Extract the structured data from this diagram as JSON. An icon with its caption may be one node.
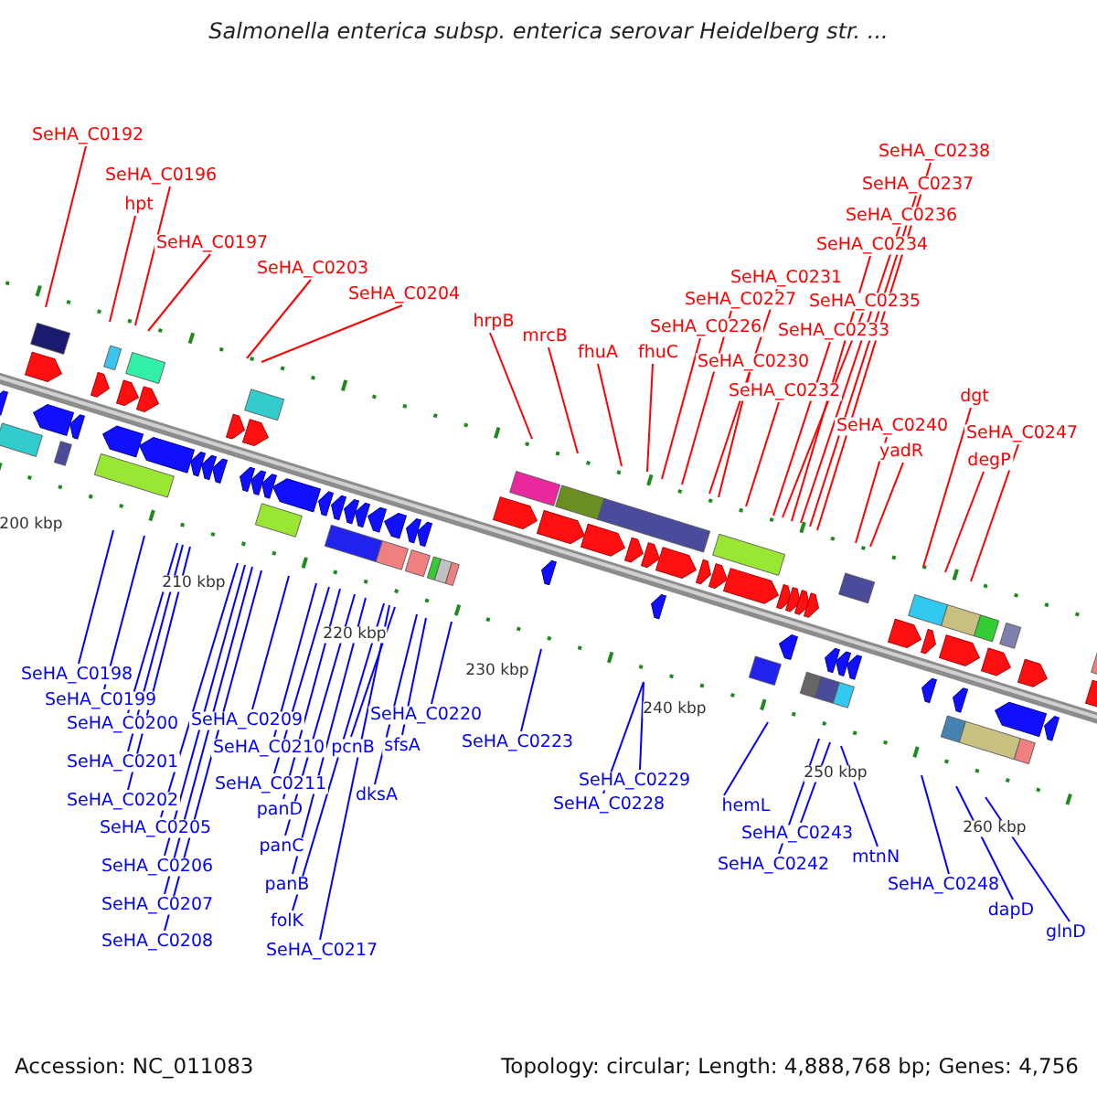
{
  "diagram": {
    "title": "Salmonella enterica subsp. enterica serovar Heidelberg str. ...",
    "nodes": [
      {
        "text": [
          "SeHA_C0192"
        ]
      },
      {
        "text": [
          "SeHA_C0196"
        ]
      },
      {
        "text": [
          "hpt"
        ]
      },
      {
        "text": [
          "SeHA_C0197"
        ]
      },
      {
        "text": [
          "SeHA_C0203"
        ]
      },
      {
        "text": [
          "SeHA_C0204"
        ]
      },
      {
        "text": [
          "hrpB"
        ]
      },
      {
        "text": [
          "mrcB"
        ]
      },
      {
        "text": [
          "fhuA"
        ]
      },
      {
        "text": [
          "fhuC"
        ]
      },
      {
        "text": [
          "SeHA_C0226"
        ]
      },
      {
        "text": [
          "SeHA_C0227"
        ]
      },
      {
        "text": [
          "SeHA_C0231"
        ]
      },
      {
        "text": [
          "SeHA_C0230"
        ]
      },
      {
        "text": [
          "SeHA_C0232"
        ]
      },
      {
        "text": [
          "SeHA_C0233"
        ]
      },
      {
        "text": [
          "SeHA_C0235"
        ]
      },
      {
        "text": [
          "SeHA_C0234"
        ]
      },
      {
        "text": [
          "SeHA_C0236"
        ]
      },
      {
        "text": [
          "SeHA_C0237"
        ]
      },
      {
        "text": [
          "SeHA_C0238"
        ]
      },
      {
        "text": [
          "SeHA_C0240"
        ]
      },
      {
        "text": [
          "yadR"
        ]
      },
      {
        "text": [
          "dgt"
        ]
      },
      {
        "text": [
          "SeHA_C0247"
        ]
      },
      {
        "text": [
          "degP"
        ]
      },
      {
        "text": [
          "SeHA_C0198"
        ]
      },
      {
        "text": [
          "SeHA_C0199"
        ]
      },
      {
        "text": [
          "SeHA_C0200"
        ]
      },
      {
        "text": [
          "SeHA_C0201"
        ]
      },
      {
        "text": [
          "SeHA_C0202"
        ]
      },
      {
        "text": [
          "SeHA_C0205"
        ]
      },
      {
        "text": [
          "SeHA_C0206"
        ]
      },
      {
        "text": [
          "SeHA_C0207"
        ]
      },
      {
        "text": [
          "SeHA_C0208"
        ]
      },
      {
        "text": [
          "SeHA_C0209"
        ]
      },
      {
        "text": [
          "SeHA_C0210"
        ]
      },
      {
        "text": [
          "SeHA_C0211"
        ]
      },
      {
        "text": [
          "panD"
        ]
      },
      {
        "text": [
          "panC"
        ]
      },
      {
        "text": [
          "panB"
        ]
      },
      {
        "text": [
          "folK"
        ]
      },
      {
        "text": [
          "SeHA_C0217"
        ]
      },
      {
        "text": [
          "pcnB"
        ]
      },
      {
        "text": [
          "sfsA"
        ]
      },
      {
        "text": [
          "dksA"
        ]
      },
      {
        "text": [
          "SeHA_C0220"
        ]
      },
      {
        "text": [
          "SeHA_C0223"
        ]
      },
      {
        "text": [
          "SeHA_C0229"
        ]
      },
      {
        "text": [
          "SeHA_C0228"
        ]
      },
      {
        "text": [
          "hemL"
        ]
      },
      {
        "text": [
          "SeHA_C0243"
        ]
      },
      {
        "text": [
          "SeHA_C0242"
        ]
      },
      {
        "text": [
          "mtnN"
        ]
      },
      {
        "text": [
          "SeHA_C0248"
        ]
      },
      {
        "text": [
          "dapD"
        ]
      },
      {
        "text": [
          "glnD"
        ]
      }
    ],
    "edges": [
      {
        "from": 0,
        "to": null,
        "arrow": "none",
        "color": "#ff0000"
      },
      {
        "from": 1,
        "to": null,
        "arrow": "none",
        "color": "#ff0000"
      },
      {
        "from": 2,
        "to": null,
        "arrow": "none",
        "color": "#ff0000"
      },
      {
        "from": 3,
        "to": null,
        "arrow": "none",
        "color": "#ff0000"
      },
      {
        "from": 4,
        "to": null,
        "arrow": "none",
        "color": "#ff0000"
      },
      {
        "from": 5,
        "to": null,
        "arrow": "none",
        "color": "#ff0000"
      },
      {
        "from": 6,
        "to": null,
        "arrow": "none",
        "color": "#ff0000"
      },
      {
        "from": 7,
        "to": null,
        "arrow": "none",
        "color": "#ff0000"
      },
      {
        "from": 8,
        "to": null,
        "arrow": "none",
        "color": "#ff0000"
      },
      {
        "from": 9,
        "to": null,
        "arrow": "none",
        "color": "#ff0000"
      },
      {
        "from": 10,
        "to": null,
        "arrow": "none",
        "color": "#ff0000"
      },
      {
        "from": 11,
        "to": null,
        "arrow": "none",
        "color": "#ff0000"
      },
      {
        "from": 12,
        "to": null,
        "arrow": "none",
        "color": "#ff0000"
      },
      {
        "from": 13,
        "to": null,
        "arrow": "none",
        "color": "#ff0000"
      },
      {
        "from": 14,
        "to": null,
        "arrow": "none",
        "color": "#ff0000"
      },
      {
        "from": 15,
        "to": null,
        "arrow": "none",
        "color": "#ff0000"
      },
      {
        "from": 16,
        "to": null,
        "arrow": "none",
        "color": "#ff0000"
      },
      {
        "from": 17,
        "to": null,
        "arrow": "none",
        "color": "#ff0000"
      },
      {
        "from": 18,
        "to": null,
        "arrow": "none",
        "color": "#ff0000"
      },
      {
        "from": 19,
        "to": null,
        "arrow": "none",
        "color": "#ff0000"
      },
      {
        "from": 20,
        "to": null,
        "arrow": "none",
        "color": "#ff0000"
      },
      {
        "from": 21,
        "to": null,
        "arrow": "none",
        "color": "#ff0000"
      },
      {
        "from": 22,
        "to": null,
        "arrow": "none",
        "color": "#ff0000"
      },
      {
        "from": 23,
        "to": null,
        "arrow": "none",
        "color": "#ff0000"
      },
      {
        "from": 24,
        "to": null,
        "arrow": "none",
        "color": "#ff0000"
      },
      {
        "from": 25,
        "to": null,
        "arrow": "none",
        "color": "#ff0000"
      },
      {
        "from": 26,
        "to": null,
        "arrow": "none"
      },
      {
        "from": 27,
        "to": null,
        "arrow": "none"
      },
      {
        "from": 28,
        "to": null,
        "arrow": "none"
      },
      {
        "from": 29,
        "to": null,
        "arrow": "none"
      },
      {
        "from": 30,
        "to": null,
        "arrow": "none"
      },
      {
        "from": 31,
        "to": null,
        "arrow": "none"
      },
      {
        "from": 32,
        "to": null,
        "arrow": "none"
      },
      {
        "from": 33,
        "to": null,
        "arrow": "none"
      },
      {
        "from": 34,
        "to": null,
        "arrow": "none"
      },
      {
        "from": 35,
        "to": null,
        "arrow": "none"
      },
      {
        "from": 36,
        "to": null,
        "arrow": "none"
      },
      {
        "from": 37,
        "to": null,
        "arrow": "none"
      },
      {
        "from": 38,
        "to": null,
        "arrow": "none"
      },
      {
        "from": 39,
        "to": null,
        "arrow": "none"
      },
      {
        "from": 40,
        "to": null,
        "arrow": "none"
      },
      {
        "from": 41,
        "to": null,
        "arrow": "none"
      },
      {
        "from": 42,
        "to": null,
        "arrow": "none"
      },
      {
        "from": 43,
        "to": null,
        "arrow": "none"
      },
      {
        "from": 44,
        "to": null,
        "arrow": "none"
      },
      {
        "from": 45,
        "to": null,
        "arrow": "none"
      },
      {
        "from": 46,
        "to": null,
        "arrow": "none"
      },
      {
        "from": 47,
        "to": null,
        "arrow": "none"
      },
      {
        "from": 48,
        "to": null,
        "arrow": "none"
      },
      {
        "from": 49,
        "to": null,
        "arrow": "none"
      },
      {
        "from": 50,
        "to": null,
        "arrow": "none"
      },
      {
        "from": 51,
        "to": null,
        "arrow": "none"
      },
      {
        "from": 52,
        "to": null,
        "arrow": "none"
      },
      {
        "from": 53,
        "to": null,
        "arrow": "none"
      },
      {
        "from": 54,
        "to": null,
        "arrow": "none"
      },
      {
        "from": 55,
        "to": null,
        "arrow": "none"
      },
      {
        "from": 56,
        "to": null,
        "arrow": "none"
      }
    ],
    "labels": [
      "200 kbp",
      "210 kbp",
      "220 kbp",
      "230 kbp",
      "240 kbp",
      "250 kbp",
      "260 kbp",
      "Accession: NC_011083",
      "Topology: circular; Length: 4,888,768 bp; Genes: 4,756"
    ]
  }
}
